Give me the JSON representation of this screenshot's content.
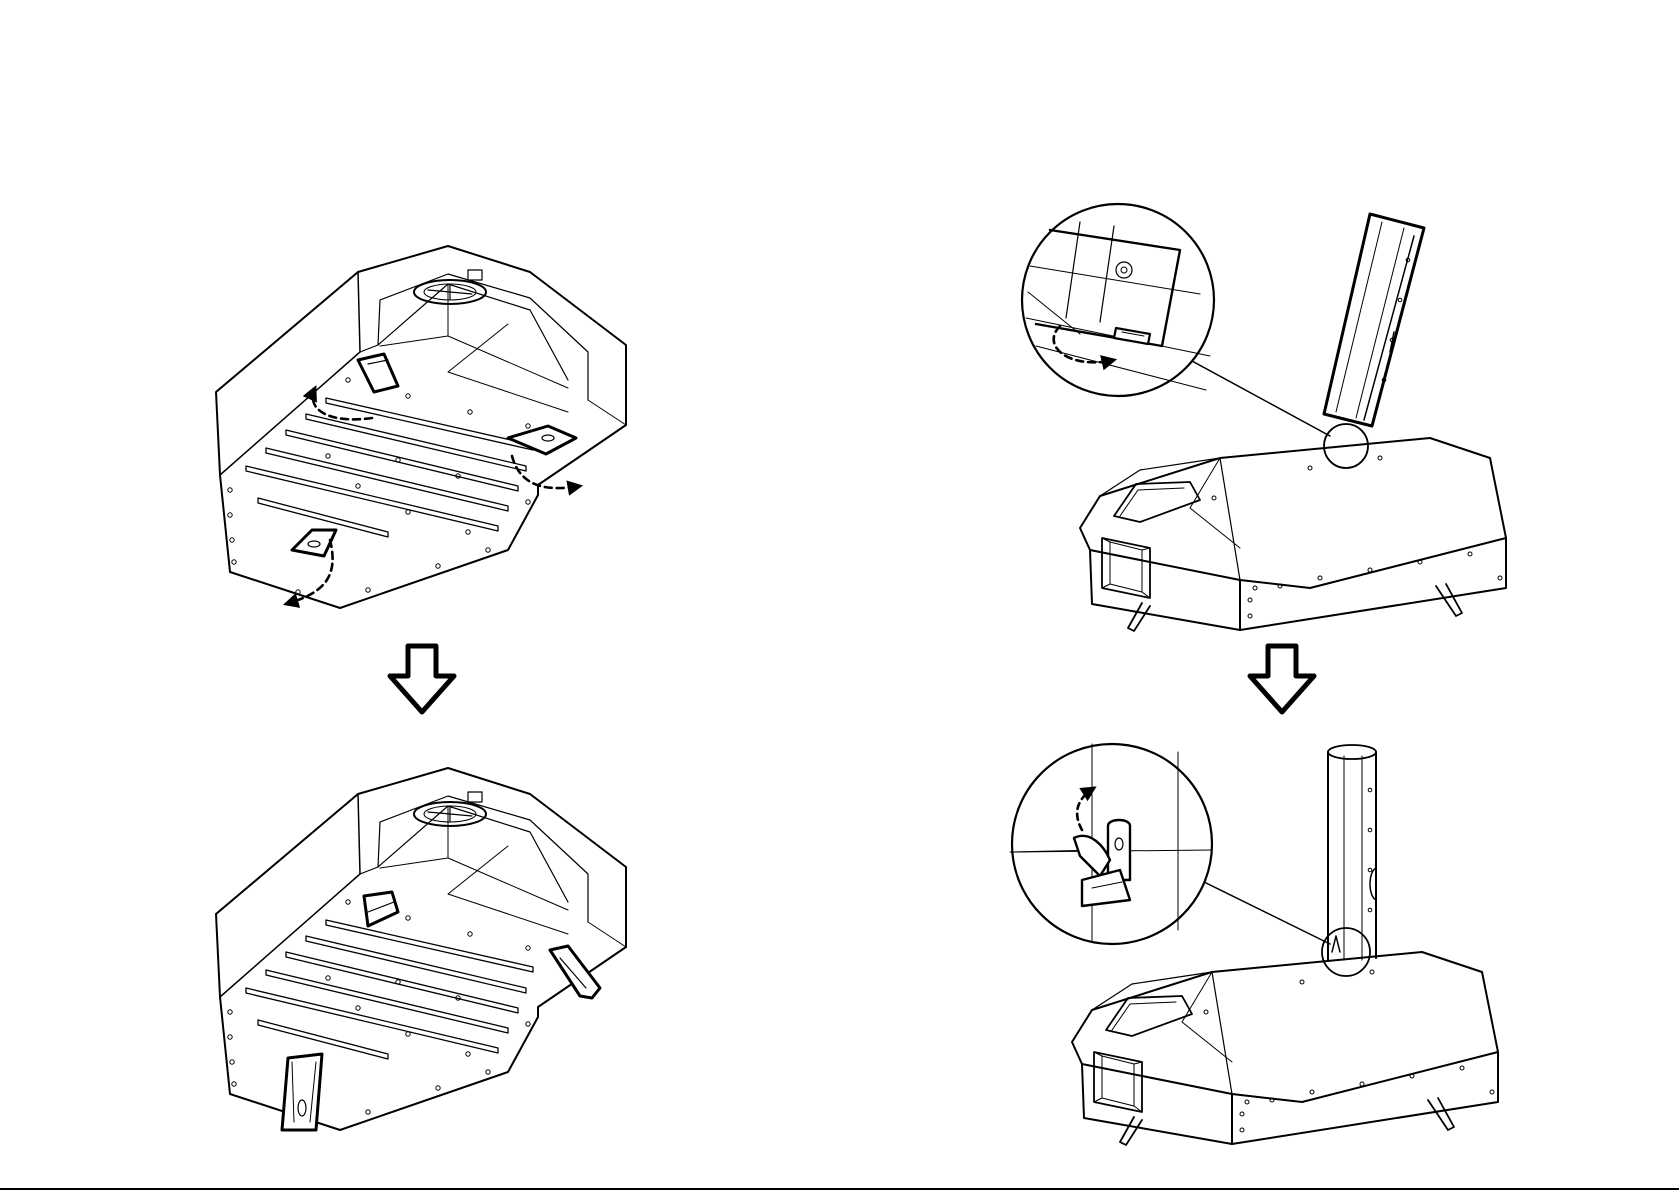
{
  "document": {
    "kind": "assembly-instruction-diagram",
    "left_column": "legs-fold-out",
    "right_column": "chimney-attach",
    "footer_note": ""
  },
  "colors": {
    "ink": "#000000",
    "paper": "#ffffff"
  },
  "icons": {
    "step_arrow": "down-arrow-outline-icon",
    "motion_arrow": "dashed-curved-arrow-icon"
  }
}
